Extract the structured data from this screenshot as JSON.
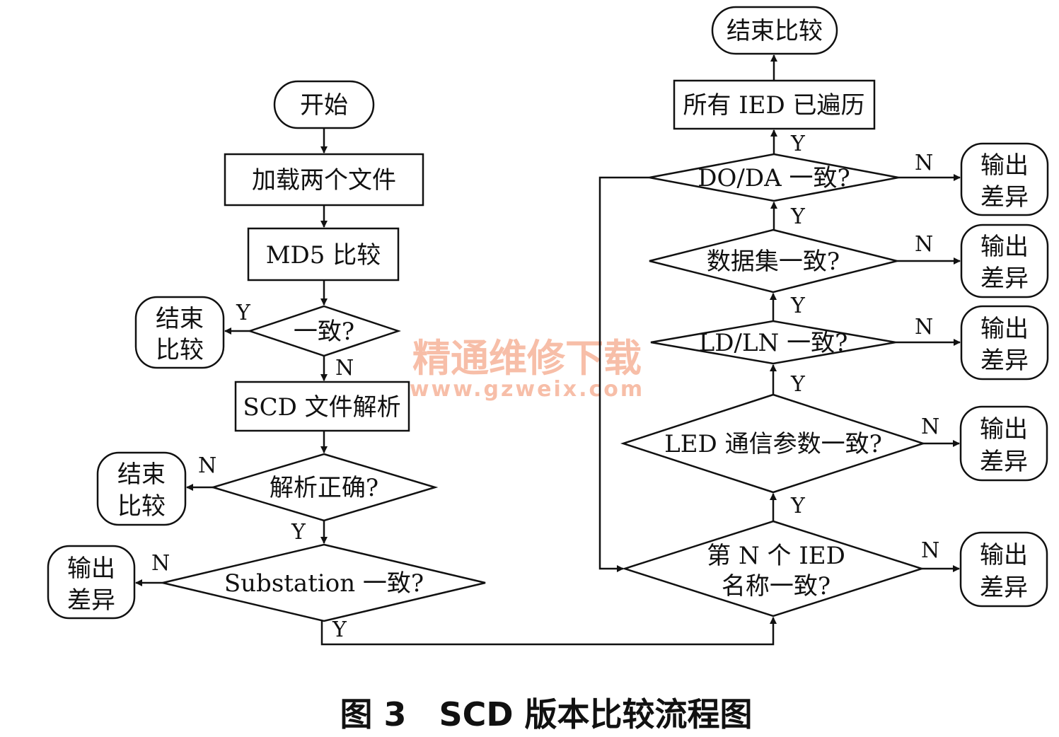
{
  "nodes": {
    "start": "开始",
    "load": "加载两个文件",
    "md5": "MD5 比较",
    "same": "一致?",
    "end1": [
      "结束",
      "比较"
    ],
    "parse": "SCD 文件解析",
    "parse_ok": "解析正确?",
    "end2": [
      "结束",
      "比较"
    ],
    "substation": "Substation 一致?",
    "out0": [
      "输出",
      "差异"
    ],
    "ied_name": [
      "第 N 个 IED",
      "名称一致?"
    ],
    "led_comm": "LED 通信参数一致?",
    "ld_ln": "LD/LN 一致?",
    "dataset": "数据集一致?",
    "do_da": "DO/DA 一致?",
    "all_ied": "所有 IED 已遍历",
    "end_final": "结束比较",
    "out1": [
      "输出",
      "差异"
    ],
    "out2": [
      "输出",
      "差异"
    ],
    "out3": [
      "输出",
      "差异"
    ],
    "out4": [
      "输出",
      "差异"
    ],
    "out5": [
      "输出",
      "差异"
    ]
  },
  "labels": {
    "yes": "Y",
    "no": "N"
  },
  "watermark": {
    "line1": "精通维修下载",
    "line2": "www.gzweix.com"
  },
  "caption": "图 3　SCD 版本比较流程图"
}
